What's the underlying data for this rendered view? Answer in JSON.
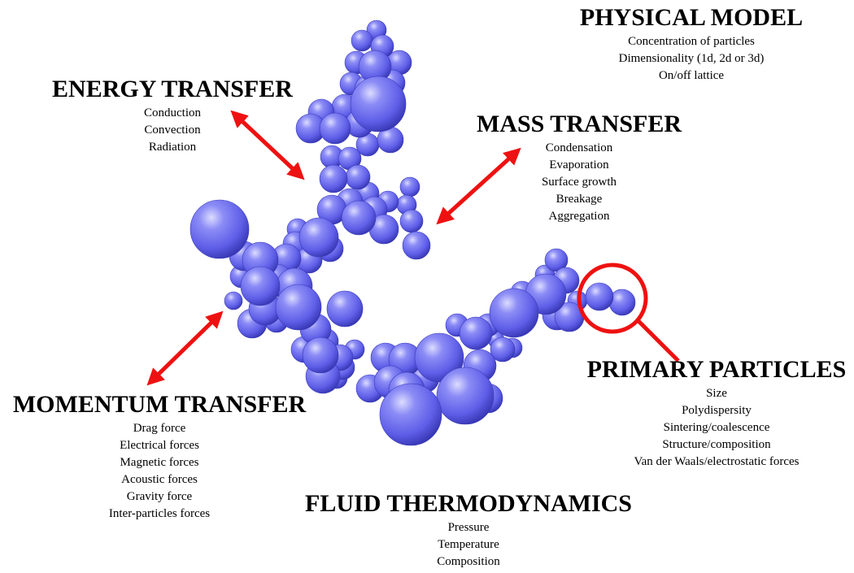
{
  "sections": {
    "physical_model": {
      "heading": "PHYSICAL MODEL",
      "items": [
        "Concentration of particles",
        "Dimensionality (1d, 2d or 3d)",
        "On/off lattice"
      ]
    },
    "energy_transfer": {
      "heading": "ENERGY TRANSFER",
      "items": [
        "Conduction",
        "Convection",
        "Radiation"
      ]
    },
    "mass_transfer": {
      "heading": "MASS TRANSFER",
      "items": [
        "Condensation",
        "Evaporation",
        "Surface growth",
        "Breakage",
        "Aggregation"
      ]
    },
    "primary_particles": {
      "heading": "PRIMARY PARTICLES",
      "items": [
        "Size",
        "Polydispersity",
        "Sintering/coalescence",
        "Structure/composition",
        "Van der Waals/electrostatic forces"
      ]
    },
    "momentum_transfer": {
      "heading": "MOMENTUM TRANSFER",
      "items": [
        "Drag force",
        "Electrical forces",
        "Magnetic forces",
        "Acoustic forces",
        "Gravity force",
        "Inter-particles forces"
      ]
    },
    "fluid_thermodynamics": {
      "heading": "FLUID THERMODYNAMICS",
      "items": [
        "Pressure",
        "Temperature",
        "Composition"
      ]
    }
  },
  "colors": {
    "particle": "#6a6af0",
    "particle_highlight": "#c8c8ff",
    "particle_shadow": "#2c2ca8",
    "arrow": "#ee1111",
    "text": "#000000",
    "background": "#ffffff"
  }
}
